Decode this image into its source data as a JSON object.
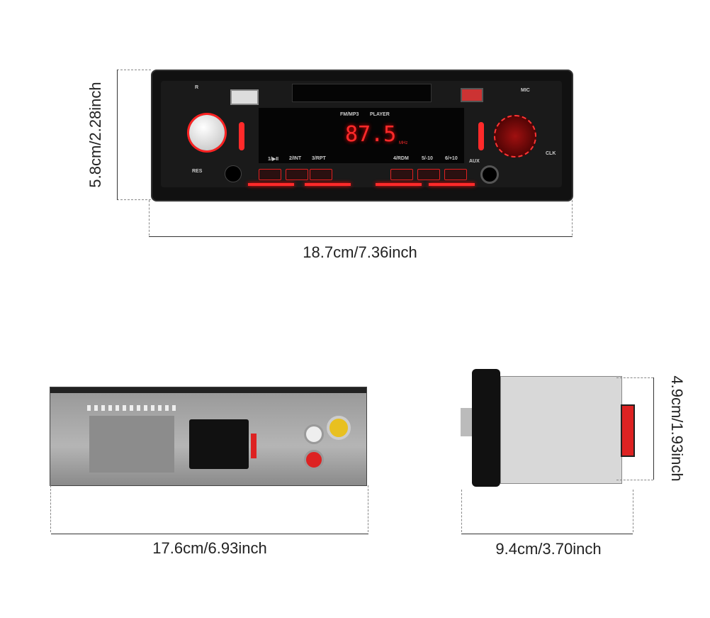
{
  "dimensions": {
    "front_height": "5.8cm/2.28inch",
    "front_width": "18.7cm/7.36inch",
    "back_width": "17.6cm/6.93inch",
    "side_height": "4.9cm/1.93inch",
    "side_depth": "9.4cm/3.70inch"
  },
  "front_panel": {
    "mode_label": "FM/MP3",
    "player_label": "PLAYER",
    "frequency": "87.5",
    "unit": "MHz",
    "r_label": "R",
    "mic_label": "MIC",
    "res_label": "RES",
    "clk_label": "CLK",
    "aux_label": "AUX",
    "buttons": [
      "1/▶II",
      "2/INT",
      "3/RPT",
      "4/RDM",
      "5/-10",
      "6/+10"
    ],
    "accent_color": "#ff2a2a"
  }
}
